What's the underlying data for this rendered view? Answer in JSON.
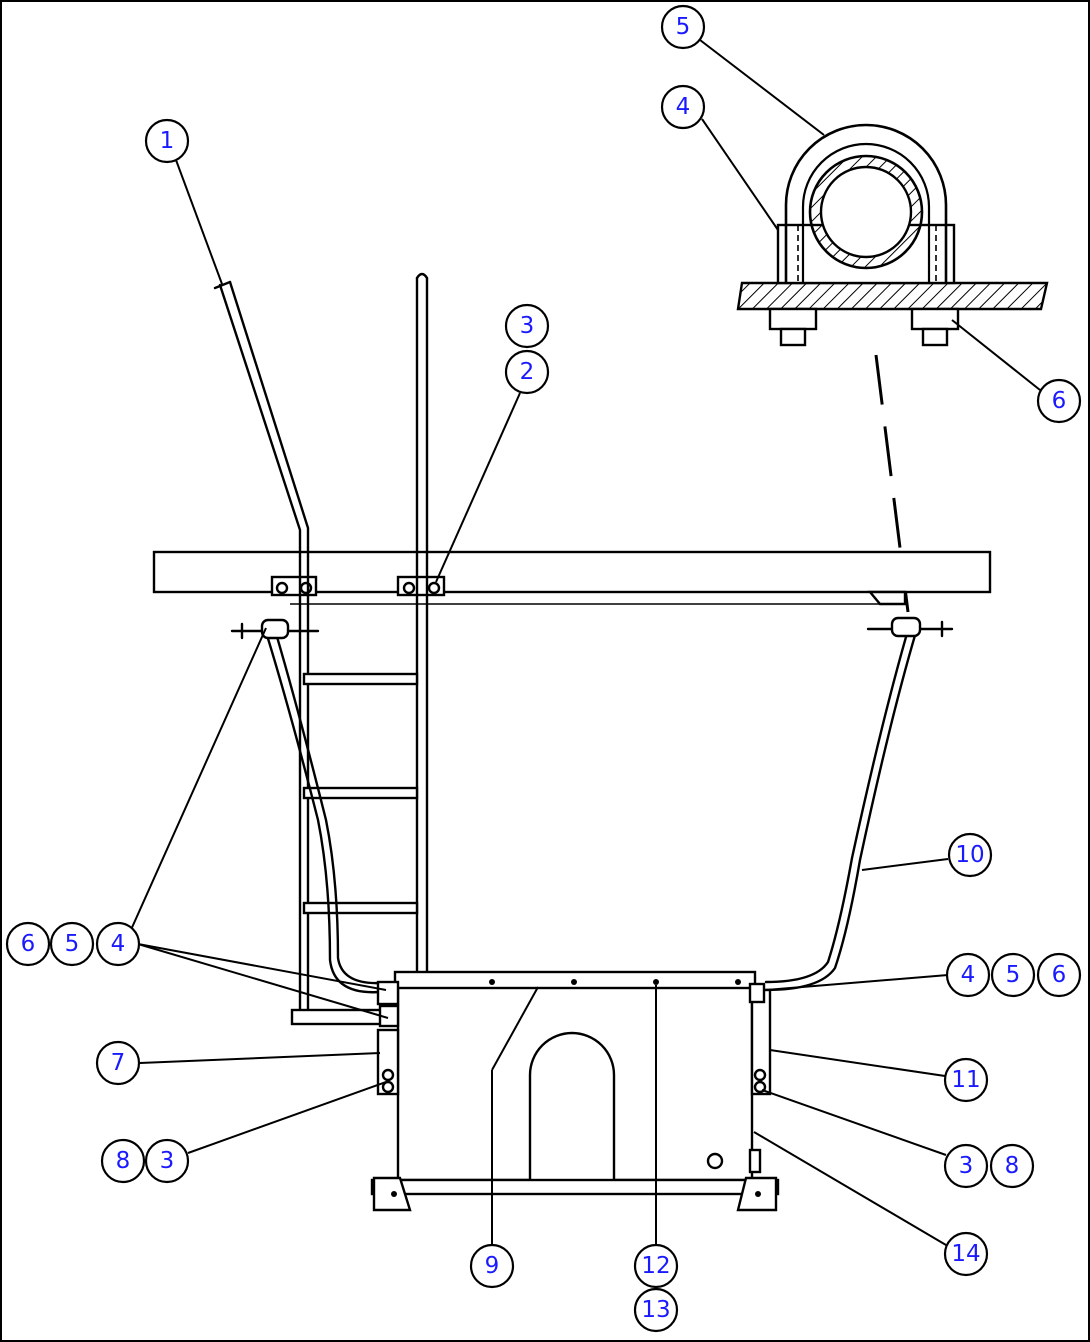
{
  "callouts": [
    {
      "id": "c1",
      "label": "1"
    },
    {
      "id": "c2",
      "label": "2"
    },
    {
      "id": "c3a",
      "label": "3"
    },
    {
      "id": "c4top",
      "label": "4"
    },
    {
      "id": "c5top",
      "label": "5"
    },
    {
      "id": "c6top",
      "label": "6"
    },
    {
      "id": "c6left",
      "label": "6"
    },
    {
      "id": "c5left",
      "label": "5"
    },
    {
      "id": "c4left",
      "label": "4"
    },
    {
      "id": "c4right",
      "label": "4"
    },
    {
      "id": "c5right",
      "label": "5"
    },
    {
      "id": "c6right",
      "label": "6"
    },
    {
      "id": "c7",
      "label": "7"
    },
    {
      "id": "c8left",
      "label": "8"
    },
    {
      "id": "c3left",
      "label": "3"
    },
    {
      "id": "c9",
      "label": "9"
    },
    {
      "id": "c10",
      "label": "10"
    },
    {
      "id": "c11",
      "label": "11"
    },
    {
      "id": "c3right",
      "label": "3"
    },
    {
      "id": "c8right",
      "label": "8"
    },
    {
      "id": "c12",
      "label": "12"
    },
    {
      "id": "c13",
      "label": "13"
    },
    {
      "id": "c14",
      "label": "14"
    }
  ],
  "colors": {
    "callout_text": "#1a1aff",
    "line": "#000000",
    "background": "#ffffff"
  }
}
